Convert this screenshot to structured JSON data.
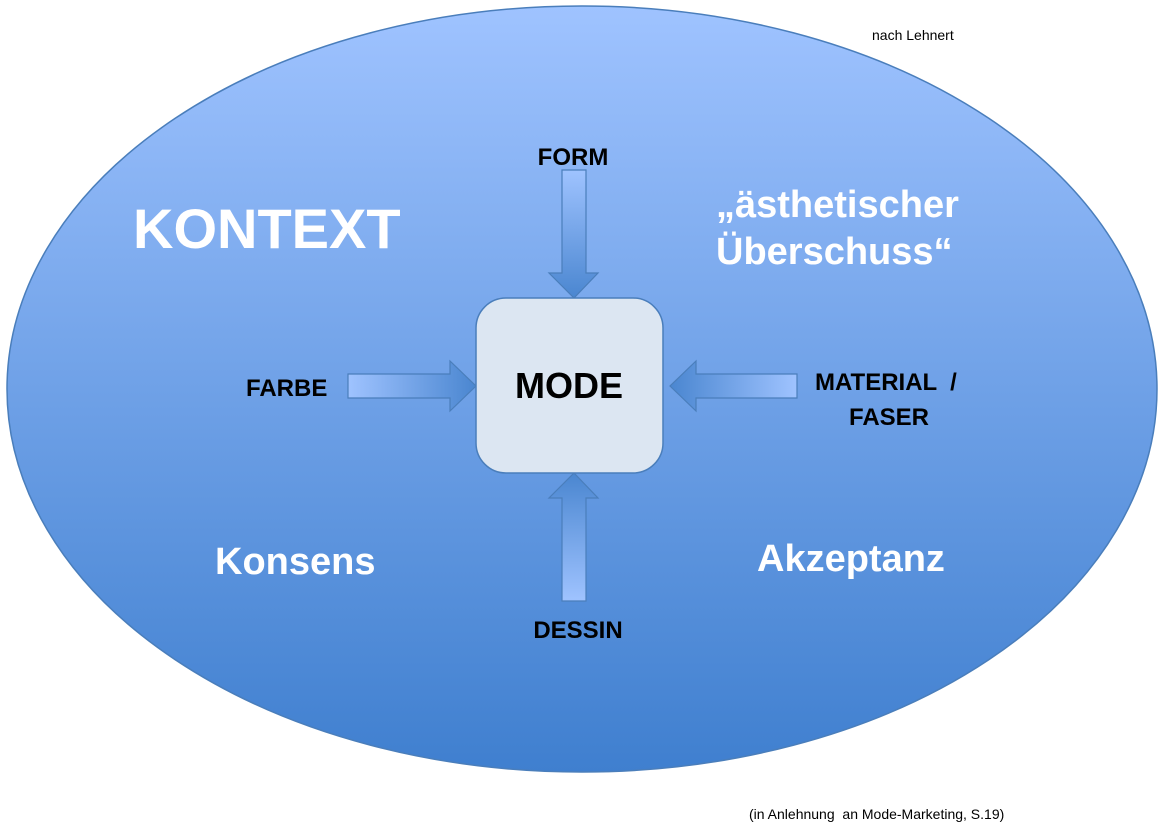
{
  "source_note": "nach Lehnert",
  "context_label": "KONTEXT",
  "aesthetic_line1": "„ästhetischer",
  "aesthetic_line2": "Überschuss“",
  "center_label": "MODE",
  "inputs": {
    "top": "FORM",
    "left": "FARBE",
    "right_line1": "MATERIAL  /",
    "right_line2": "FASER",
    "bottom": "DESSIN"
  },
  "consensus": "Konsens",
  "acceptance": "Akzeptanz",
  "citation": "(in Anlehnung  an Mode-Marketing, S.19)",
  "colors": {
    "ellipse_top": "#9fc3ff",
    "ellipse_bottom": "#3f7fcf",
    "box_fill": "#dce6f2",
    "arrow_dark": "#4a86d0",
    "arrow_light": "#9fc3ff"
  }
}
